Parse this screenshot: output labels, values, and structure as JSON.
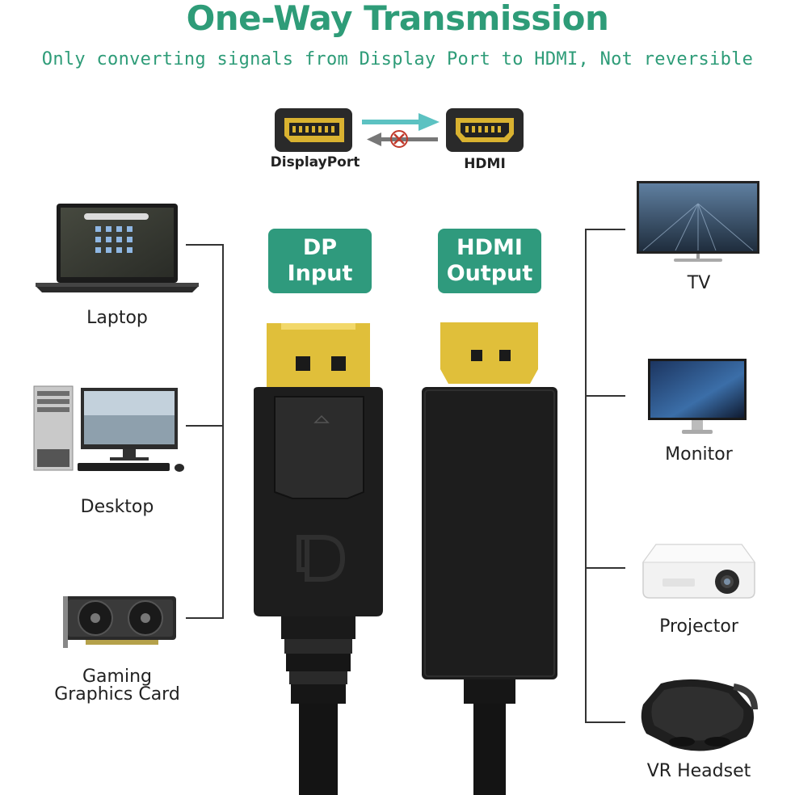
{
  "header": {
    "title": "One-Way Transmission",
    "subtitle": "Only converting signals from Display Port to HDMI, Not reversible"
  },
  "connectors": {
    "source_label": "DisplayPort",
    "target_label": "HDMI"
  },
  "badges": {
    "input_line1": "DP",
    "input_line2": "Input",
    "output_line1": "HDMI",
    "output_line2": "Output"
  },
  "inputs": [
    {
      "label": "Laptop"
    },
    {
      "label": "Desktop"
    },
    {
      "label_line1": "Gaming",
      "label_line2": "Graphics Card"
    }
  ],
  "outputs": [
    {
      "label": "TV"
    },
    {
      "label": "Monitor"
    },
    {
      "label": "Projector"
    },
    {
      "label": "VR Headset"
    }
  ],
  "colors": {
    "accent": "#2e9c78",
    "badge": "#2f9a7d",
    "gold": "#e2c23a",
    "cable": "#1b1b1b"
  }
}
